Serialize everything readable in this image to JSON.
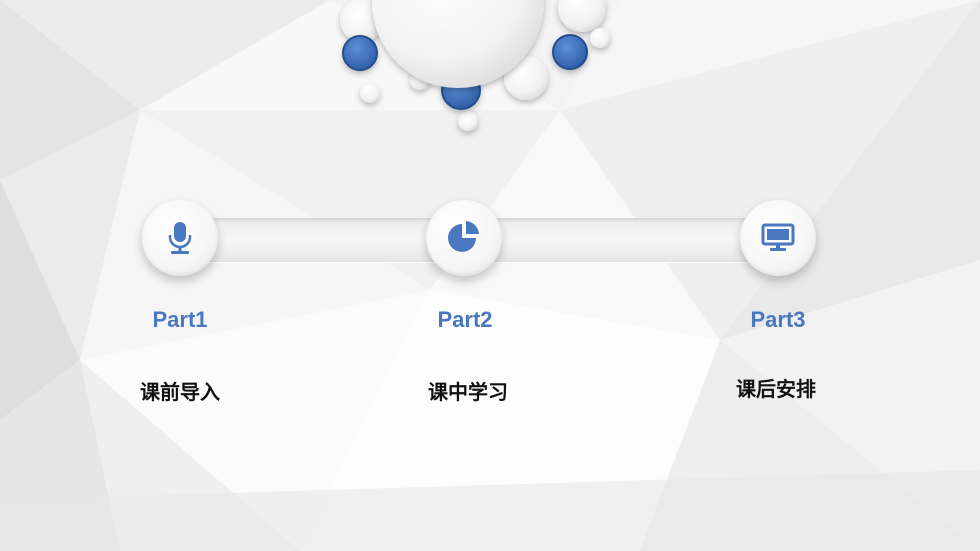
{
  "colors": {
    "accent": "#4a78c0",
    "accent_dark": "#2f5a9c",
    "text": "#111111"
  },
  "steps": [
    {
      "part": "Part1",
      "label": "课前导入",
      "icon": "microphone-icon"
    },
    {
      "part": "Part2",
      "label": "课中学习",
      "icon": "pie-chart-icon"
    },
    {
      "part": "Part3",
      "label": "课后安排",
      "icon": "monitor-icon"
    }
  ]
}
